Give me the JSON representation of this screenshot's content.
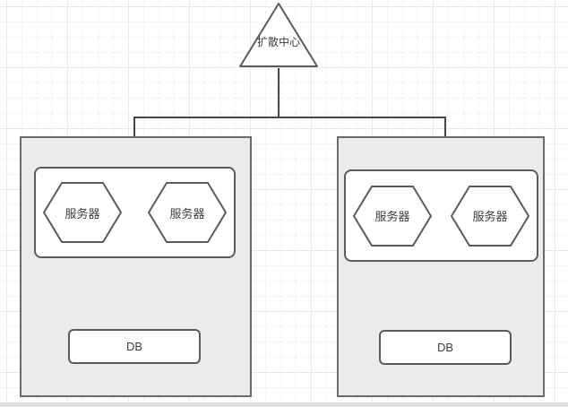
{
  "colors": {
    "stroke": "#5b5b5b",
    "arrow": "#454545",
    "zone_fill": "#ebebeb",
    "node_fill": "#ffffff",
    "text": "#3d3d3d",
    "grid_minor": "#f5f5f5",
    "grid_major": "#e9e9e9",
    "edge_bar": "#e2e2e2"
  },
  "diagram": {
    "root_node": {
      "shape": "triangle",
      "label": "扩散中心"
    },
    "zones": [
      {
        "id": "zone-left",
        "servers": [
          {
            "label": "服务器"
          },
          {
            "label": "服务器"
          }
        ],
        "db": {
          "label": "DB"
        }
      },
      {
        "id": "zone-right",
        "servers": [
          {
            "label": "服务器"
          },
          {
            "label": "服务器"
          }
        ],
        "db": {
          "label": "DB"
        }
      }
    ]
  }
}
